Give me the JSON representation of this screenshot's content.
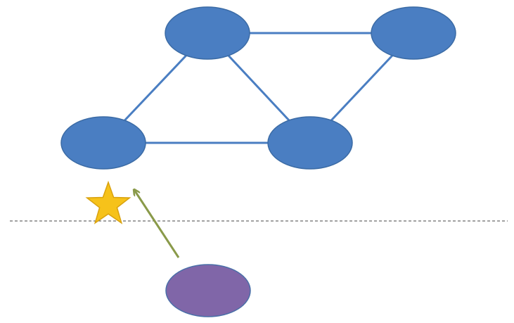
{
  "diagram": {
    "colors": {
      "background": "#ffffff",
      "node_fill": "#4a7ec2",
      "node_stroke": "#3b6ba5",
      "edge": "#4a7ec2",
      "divider": "#444444",
      "star_fill": "#f6c21a",
      "star_stroke": "#d9a20f",
      "arrow": "#8a9a4a",
      "outside_node_fill": "#8066a8",
      "outside_node_stroke": "#4a6fa8"
    },
    "nodes": [
      {
        "id": "n1"
      },
      {
        "id": "n2"
      },
      {
        "id": "n3"
      },
      {
        "id": "n4"
      }
    ],
    "edges": [
      {
        "from": "n1",
        "to": "n2"
      },
      {
        "from": "n1",
        "to": "n3"
      },
      {
        "from": "n1",
        "to": "n4"
      },
      {
        "from": "n2",
        "to": "n4"
      },
      {
        "from": "n3",
        "to": "n4"
      }
    ],
    "marker": {
      "icon": "star-icon"
    },
    "arrow": {
      "from": "outside-node",
      "to": "star-icon"
    },
    "divider": {
      "style": "dashed"
    }
  }
}
